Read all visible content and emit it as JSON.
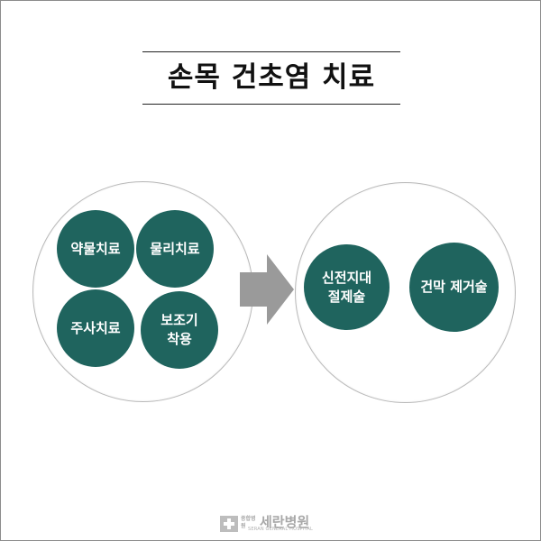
{
  "title": "손목 건초염 치료",
  "groups": {
    "left": {
      "nodes": [
        {
          "label": "약물치료"
        },
        {
          "label": "물리치료"
        },
        {
          "label": "주사치료"
        },
        {
          "label": "보조기\n착용"
        }
      ]
    },
    "right": {
      "nodes": [
        {
          "label": "신전지대\n절제술"
        },
        {
          "label": "건막 제거술"
        }
      ]
    }
  },
  "colors": {
    "node_fill": "#1f645e",
    "arrow_fill": "#9a9a9a",
    "group_border": "#b9b9b9",
    "logo_gray": "#a8a8a8"
  },
  "logo": {
    "small_text": "종합병원",
    "name": "세란병원",
    "sub": "SERAN GENERAL HOSPITAL",
    "icon": "medical-cross-icon"
  }
}
